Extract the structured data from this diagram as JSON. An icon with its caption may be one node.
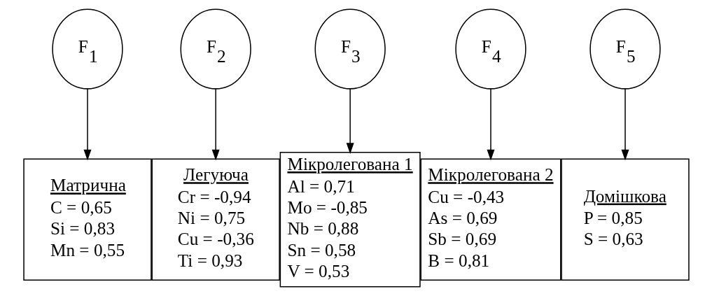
{
  "diagram": {
    "nodes": [
      {
        "text": [
          "F$_{1}$"
        ]
      },
      {
        "text": [
          "F$_{2}$"
        ]
      },
      {
        "text": [
          "F$_{3}$"
        ]
      },
      {
        "text": [
          "F$_{4}$"
        ]
      },
      {
        "text": [
          "F$_{5}$"
        ]
      },
      {
        "text": [
          "Матрична",
          "C = 0,65",
          "Si = 0,83",
          "Mn = 0,55"
        ]
      },
      {
        "text": [
          "Легуюча",
          "Cr = -0,94",
          "Ni = 0,75",
          "Cu = -0,36",
          "Ti = 0,93"
        ]
      },
      {
        "text": [
          "Мікролегована 1",
          "Al = 0,71",
          "Mo = -0,85",
          "Nb = 0,88",
          "Sn = 0,58",
          "V = 0,53"
        ]
      },
      {
        "text": [
          "Мікролегована 2",
          "Cu = -0,43",
          "As = 0,69",
          "Sb = 0,69",
          "B = 0,81"
        ]
      },
      {
        "text": [
          "Домішкова",
          "P = 0,85",
          "S = 0,63"
        ]
      }
    ],
    "edges": [
      {
        "from": 0,
        "to": 5,
        "arrow": "to"
      },
      {
        "from": 1,
        "to": 6,
        "arrow": "to"
      },
      {
        "from": 2,
        "to": 7,
        "arrow": "to"
      },
      {
        "from": 3,
        "to": 8,
        "arrow": "to"
      },
      {
        "from": 4,
        "to": 9,
        "arrow": "to"
      }
    ]
  }
}
